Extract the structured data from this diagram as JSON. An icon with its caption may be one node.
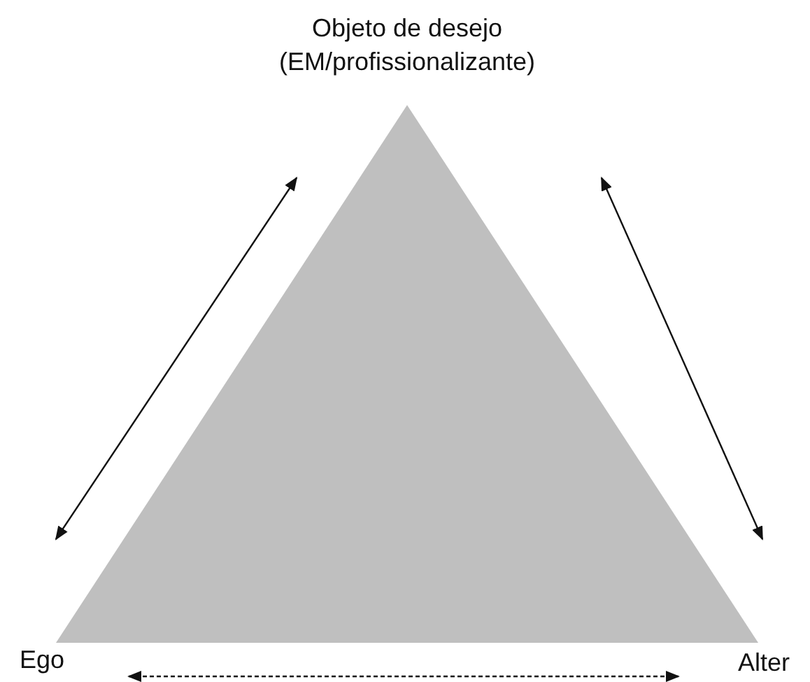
{
  "diagram": {
    "nodes": [
      {
        "text": [
          "Objeto de desejo (EM/profissionalizante)"
        ]
      },
      {
        "text": [
          "Ego"
        ]
      },
      {
        "text": [
          "Alter"
        ]
      }
    ],
    "edges": [
      {
        "from": 0,
        "to": 1,
        "arrow": "both"
      },
      {
        "from": 0,
        "to": 2,
        "arrow": "both"
      },
      {
        "from": 1,
        "to": 2,
        "arrow": "both",
        "style": "dashed"
      }
    ]
  }
}
